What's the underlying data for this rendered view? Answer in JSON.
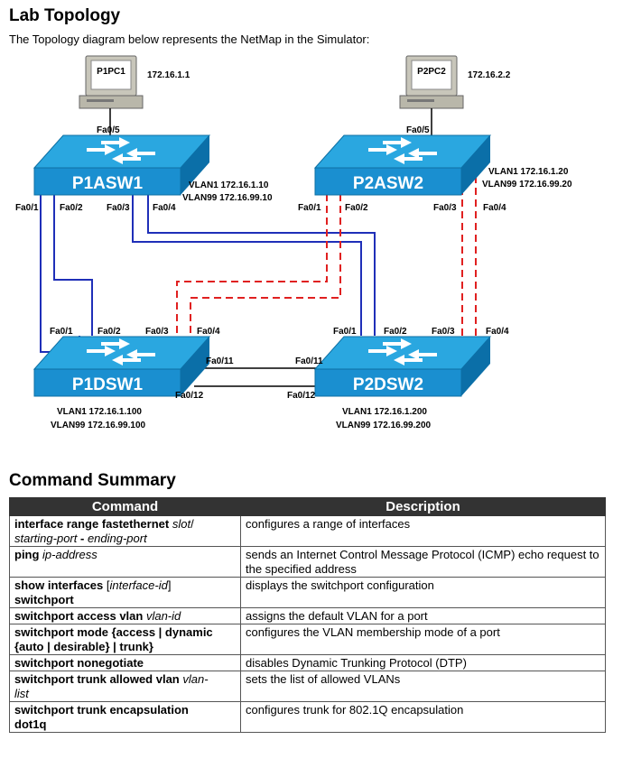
{
  "title": "Lab Topology",
  "subtitle": "The Topology diagram below represents the NetMap in the Simulator:",
  "topology": {
    "pcs": {
      "p1pc1": {
        "name": "P1PC1",
        "ip": "172.16.1.1",
        "port": "Fa0/5"
      },
      "p2pc2": {
        "name": "P2PC2",
        "ip": "172.16.2.2",
        "port": "Fa0/5"
      }
    },
    "switches": {
      "p1asw1": {
        "name": "P1ASW1",
        "vlan1": "VLAN1 172.16.1.10",
        "vlan99": "VLAN99 172.16.99.10",
        "ports": [
          "Fa0/1",
          "Fa0/2",
          "Fa0/3",
          "Fa0/4"
        ]
      },
      "p2asw2": {
        "name": "P2ASW2",
        "vlan1": "VLAN1 172.16.1.20",
        "vlan99": "VLAN99 172.16.99.20",
        "ports": [
          "Fa0/1",
          "Fa0/2",
          "Fa0/3",
          "Fa0/4"
        ]
      },
      "p1dsw1": {
        "name": "P1DSW1",
        "vlan1": "VLAN1 172.16.1.100",
        "vlan99": "VLAN99 172.16.99.100",
        "ports": [
          "Fa0/1",
          "Fa0/2",
          "Fa0/3",
          "Fa0/4",
          "Fa0/11",
          "Fa0/12"
        ]
      },
      "p2dsw2": {
        "name": "P2DSW2",
        "vlan1": "VLAN1 172.16.1.200",
        "vlan99": "VLAN99 172.16.99.200",
        "ports": [
          "Fa0/1",
          "Fa0/2",
          "Fa0/3",
          "Fa0/4",
          "Fa0/11",
          "Fa0/12"
        ]
      }
    },
    "colors": {
      "switch_blue": "#1a9ad6",
      "solid_link": "#1f2fb8",
      "dashed_link": "#e02020",
      "black_link": "#000000"
    }
  },
  "command_summary": {
    "heading": "Command Summary",
    "headers": [
      "Command",
      "Description"
    ],
    "rows": [
      {
        "command": [
          {
            "t": "interface range fastethernet ",
            "s": "b"
          },
          {
            "t": "slot",
            "s": "i"
          },
          {
            "t": "/",
            "s": ""
          },
          {
            "t": "starting-port",
            "s": "i",
            "br": true
          },
          {
            "t": " - ",
            "s": "b"
          },
          {
            "t": "ending-port",
            "s": "i"
          }
        ],
        "description": "configures a range of interfaces"
      },
      {
        "command": [
          {
            "t": "ping ",
            "s": "b"
          },
          {
            "t": "ip-address",
            "s": "i"
          }
        ],
        "description": "sends an Internet Control Message Protocol (ICMP) echo request to the specified address"
      },
      {
        "command": [
          {
            "t": "show interfaces ",
            "s": "b"
          },
          {
            "t": "[",
            "s": ""
          },
          {
            "t": "interface-id",
            "s": "i"
          },
          {
            "t": "]",
            "s": ""
          },
          {
            "t": "switchport",
            "s": "b",
            "br": true
          }
        ],
        "description": "displays the switchport configuration"
      },
      {
        "command": [
          {
            "t": "switchport access vlan ",
            "s": "b"
          },
          {
            "t": "vlan-id",
            "s": "i"
          }
        ],
        "description": "assigns the default VLAN for a port"
      },
      {
        "command": [
          {
            "t": "switchport mode {access | dynamic",
            "s": "b"
          },
          {
            "t": "{auto | desirable} | trunk}",
            "s": "b",
            "br": true
          }
        ],
        "description": "configures the VLAN membership mode of a port"
      },
      {
        "command": [
          {
            "t": "switchport nonegotiate",
            "s": "b"
          }
        ],
        "description": "disables Dynamic Trunking Protocol (DTP)"
      },
      {
        "command": [
          {
            "t": "switchport trunk allowed vlan ",
            "s": "b"
          },
          {
            "t": "vlan-",
            "s": "i"
          },
          {
            "t": "list",
            "s": "i",
            "br": true
          }
        ],
        "description": "sets the list of allowed VLANs"
      },
      {
        "command": [
          {
            "t": "switchport trunk encapsulation",
            "s": "b"
          },
          {
            "t": "dot1q",
            "s": "b",
            "br": true
          }
        ],
        "description": "configures trunk for 802.1Q encapsulation"
      }
    ]
  }
}
